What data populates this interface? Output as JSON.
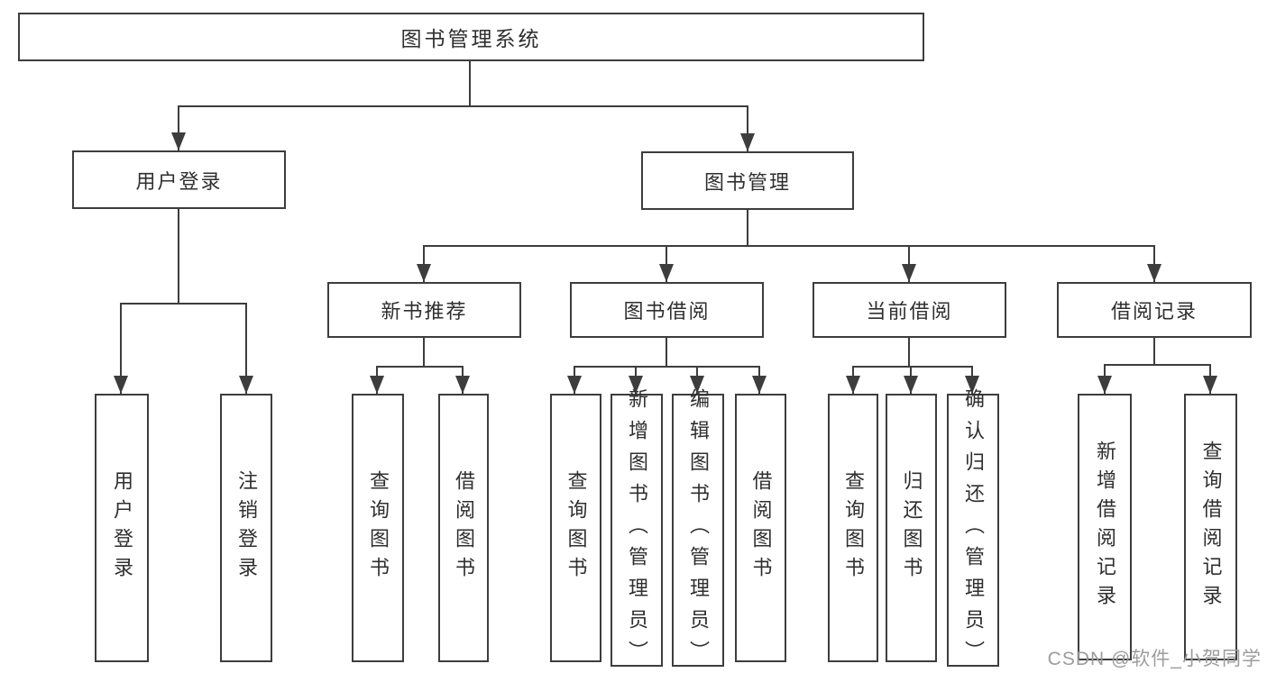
{
  "root": {
    "label": "图书管理系统"
  },
  "user_login": {
    "label": "用户登录"
  },
  "book_management": {
    "label": "图书管理"
  },
  "new_books": {
    "label": "新书推荐"
  },
  "book_borrow": {
    "label": "图书借阅"
  },
  "current_borrow": {
    "label": "当前借阅"
  },
  "borrow_records": {
    "label": "借阅记录"
  },
  "leaves": {
    "login": "用户登录",
    "logout": "注销登录",
    "nb_query": "查询图书",
    "nb_borrow": "借阅图书",
    "bb_query": "查询图书",
    "bb_add": "新增图书（管理员）",
    "bb_edit": "编辑图书（管理员）",
    "bb_borrow": "借阅图书",
    "cb_query": "查询图书",
    "cb_return": "归还图书",
    "cb_confirm": "确认归还（管理员）",
    "br_add": "新增借阅记录",
    "br_query": "查询借阅记录"
  },
  "watermark": {
    "text": "CSDN @软件_小贺同学"
  },
  "colors": {
    "line": "#3d3d3d",
    "text": "#2f2f2f",
    "watermark": "#9c9c9c",
    "background": "#ffffff"
  }
}
